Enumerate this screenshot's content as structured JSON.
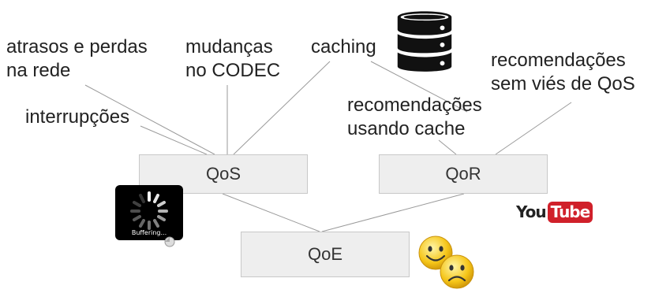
{
  "labels": {
    "delays": "atrasos e perdas\nna rede",
    "codec": "mudanças\nno CODEC",
    "caching": "caching",
    "interruptions": "interrupções",
    "cache_recs": "recomendações\nusando cache",
    "unbiased_recs": "recomendações\nsem viés de QoS"
  },
  "nodes": {
    "qos": "QoS",
    "qor": "QoR",
    "qoe": "QoE"
  },
  "icons": {
    "database": "database-icon",
    "buffering": "buffering-spinner-icon",
    "buffering_text": "Buffering...",
    "youtube_you": "You",
    "youtube_tube": "Tube",
    "happy": "smiley-happy-icon",
    "sad": "smiley-sad-icon"
  },
  "colors": {
    "box_fill": "#eeeeee",
    "box_border": "#c8c8c8",
    "edge": "#9a9a9a",
    "youtube_red": "#d0202a",
    "smiley_yellow": "#f5c518"
  }
}
